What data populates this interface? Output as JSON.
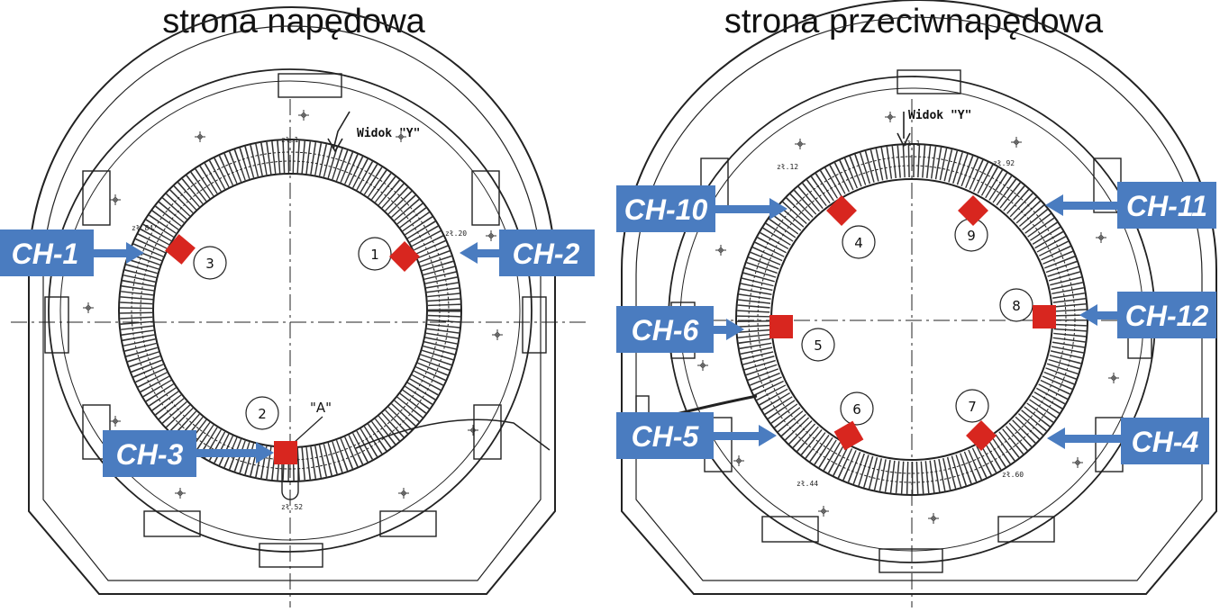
{
  "titles": {
    "left": "strona napędowa",
    "right": "strona przeciwnapędowa"
  },
  "drawing_text": {
    "widok_left": "Widok \"Y\"",
    "widok_right": "Widok \"Y\"",
    "detail_a": "\"A\"",
    "z_left": [
      "zł.1",
      "zł.84",
      "zł.20",
      "zł.52"
    ],
    "z_right": [
      "zł.1",
      "zł.12",
      "zł.92",
      "zł.44",
      "zł.60"
    ]
  },
  "positions_left": [
    "3",
    "1",
    "2"
  ],
  "positions_right": [
    "4",
    "9",
    "8",
    "5",
    "6",
    "7"
  ],
  "labels_left": [
    "CH-1",
    "CH-2",
    "CH-3"
  ],
  "labels_right": [
    "CH-10",
    "CH-11",
    "CH-6",
    "CH-12",
    "CH-5",
    "CH-4"
  ],
  "colors": {
    "label_bg": "#4a7cc0",
    "sensor": "#d8261f",
    "line": "#222222"
  }
}
